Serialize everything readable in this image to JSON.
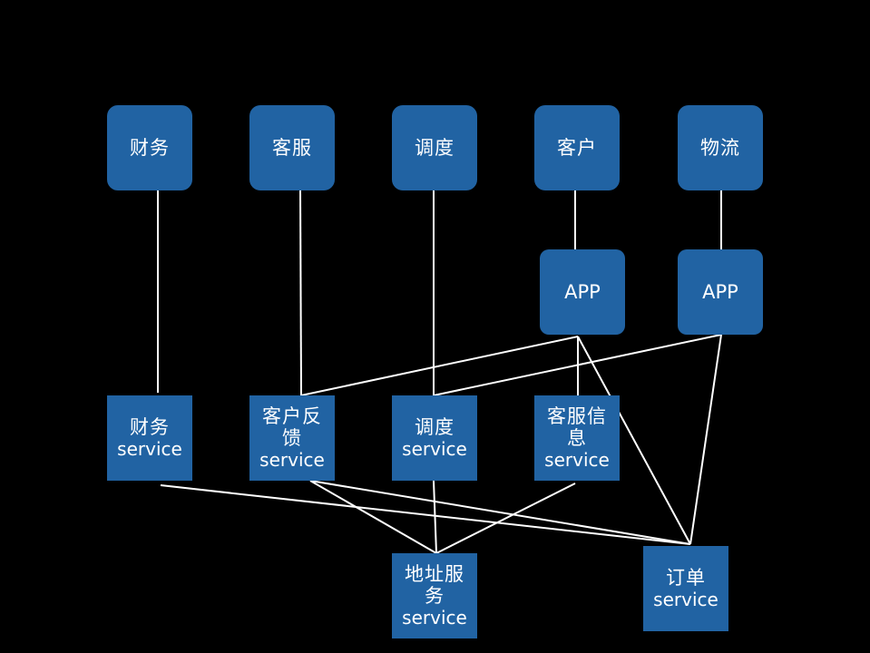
{
  "colors": {
    "background": "#000000",
    "node_fill": "#2163a3",
    "node_text": "#ffffff",
    "edge": "#ffffff"
  },
  "roles": [
    {
      "id": "finance",
      "label": "财务"
    },
    {
      "id": "cs",
      "label": "客服"
    },
    {
      "id": "dispatch",
      "label": "调度"
    },
    {
      "id": "customer",
      "label": "客户"
    },
    {
      "id": "logistics",
      "label": "物流"
    }
  ],
  "apps": [
    {
      "id": "app-customer",
      "label": "APP"
    },
    {
      "id": "app-logistics",
      "label": "APP"
    }
  ],
  "services": [
    {
      "id": "svc-finance",
      "name": "财务",
      "suffix": "service"
    },
    {
      "id": "svc-feedback",
      "name": "客户反\n馈",
      "suffix": "service"
    },
    {
      "id": "svc-dispatch",
      "name": "调度",
      "suffix": "service"
    },
    {
      "id": "svc-cs-info",
      "name": "客服信\n息",
      "suffix": "service"
    },
    {
      "id": "svc-address",
      "name": "地址服\n务",
      "suffix": "service"
    },
    {
      "id": "svc-order",
      "name": "订单",
      "suffix": "service"
    }
  ],
  "edges": [
    [
      "finance",
      "svc-finance"
    ],
    [
      "cs",
      "svc-feedback"
    ],
    [
      "dispatch",
      "svc-dispatch"
    ],
    [
      "customer",
      "app-customer"
    ],
    [
      "logistics",
      "app-logistics"
    ],
    [
      "app-customer",
      "svc-feedback"
    ],
    [
      "app-customer",
      "svc-cs-info"
    ],
    [
      "app-customer",
      "svc-order"
    ],
    [
      "app-logistics",
      "svc-dispatch"
    ],
    [
      "app-logistics",
      "svc-order"
    ],
    [
      "svc-finance",
      "svc-order"
    ],
    [
      "svc-feedback",
      "svc-address"
    ],
    [
      "svc-feedback",
      "svc-order"
    ],
    [
      "svc-dispatch",
      "svc-address"
    ],
    [
      "svc-cs-info",
      "svc-address"
    ]
  ]
}
